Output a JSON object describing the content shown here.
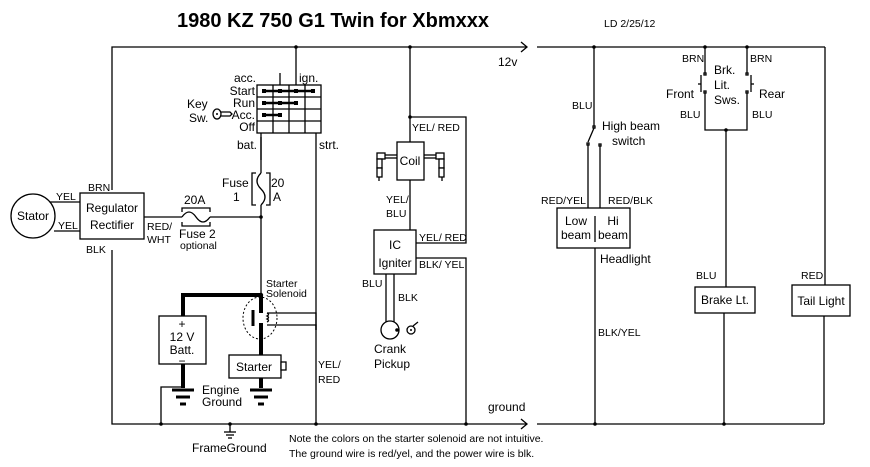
{
  "title": "1980 KZ 750 G1 Twin for Xbmxxx",
  "author_date": "LD  2/25/12",
  "bus_labels": {
    "power": "12v",
    "ground": "ground"
  },
  "components": {
    "stator": "Stator",
    "regulator": [
      "Regulator",
      "Rectifier"
    ],
    "fuse1": {
      "label": [
        "Fuse",
        "1"
      ],
      "rating": [
        "20",
        "A"
      ]
    },
    "fuse2": {
      "rating": "20A",
      "label": "Fuse 2",
      "note": "optional"
    },
    "key_switch": {
      "label": [
        "Key",
        "Sw."
      ],
      "positions": [
        "Start",
        "Run",
        "Acc.",
        "Off"
      ],
      "terminals": {
        "acc": "acc.",
        "ign": "ign.",
        "bat": "bat.",
        "strt": "strt."
      }
    },
    "coil": "Coil",
    "igniter": [
      "IC",
      "Igniter"
    ],
    "crank_pickup": [
      "Crank",
      "Pickup"
    ],
    "battery": {
      "plus": "+",
      "label": [
        "12 V",
        "Batt."
      ],
      "minus": "−"
    },
    "starter_solenoid": [
      "Starter",
      "Solenoid"
    ],
    "starter": "Starter",
    "engine_ground": [
      "Engine",
      "Ground"
    ],
    "frame_ground": "FrameGround",
    "high_beam_switch": [
      "High beam",
      "switch"
    ],
    "headlight": {
      "low": [
        "Low",
        "beam"
      ],
      "hi": [
        "Hi",
        "beam"
      ],
      "label": "Headlight"
    },
    "brake_switches": {
      "label": [
        "Brk.",
        "Lit.",
        "Sws."
      ],
      "front": "Front",
      "rear": "Rear"
    },
    "brake_light": "Brake Lt.",
    "tail_light": "Tail Light"
  },
  "wire_colors": {
    "stator_top": "YEL",
    "stator_bottom": "YEL",
    "reg_top": "BRN",
    "reg_bottom": "BLK",
    "reg_out": [
      "RED/",
      "WHT"
    ],
    "coil_feed": "YEL/ RED",
    "coil_igniter": [
      "YEL/",
      "BLU"
    ],
    "igniter_yelred": "YEL/ RED",
    "igniter_blkyel": "BLK/ YEL",
    "pickup_blu": "BLU",
    "pickup_blk": "BLK",
    "solenoid_ground": [
      "YEL/",
      "RED"
    ],
    "hb_feed": "BLU",
    "low_beam": "RED/YEL",
    "hi_beam": "RED/BLK",
    "headlight_ground": "BLK/YEL",
    "brake_front_in": "BRN",
    "brake_rear_in": "BRN",
    "brake_front_out": "BLU",
    "brake_rear_out": "BLU",
    "brake_light": "BLU",
    "tail_light": "RED"
  },
  "notes": [
    "Note the colors on the starter solenoid are not intuitive.",
    "The ground wire is red/yel, and the power wire is blk."
  ]
}
